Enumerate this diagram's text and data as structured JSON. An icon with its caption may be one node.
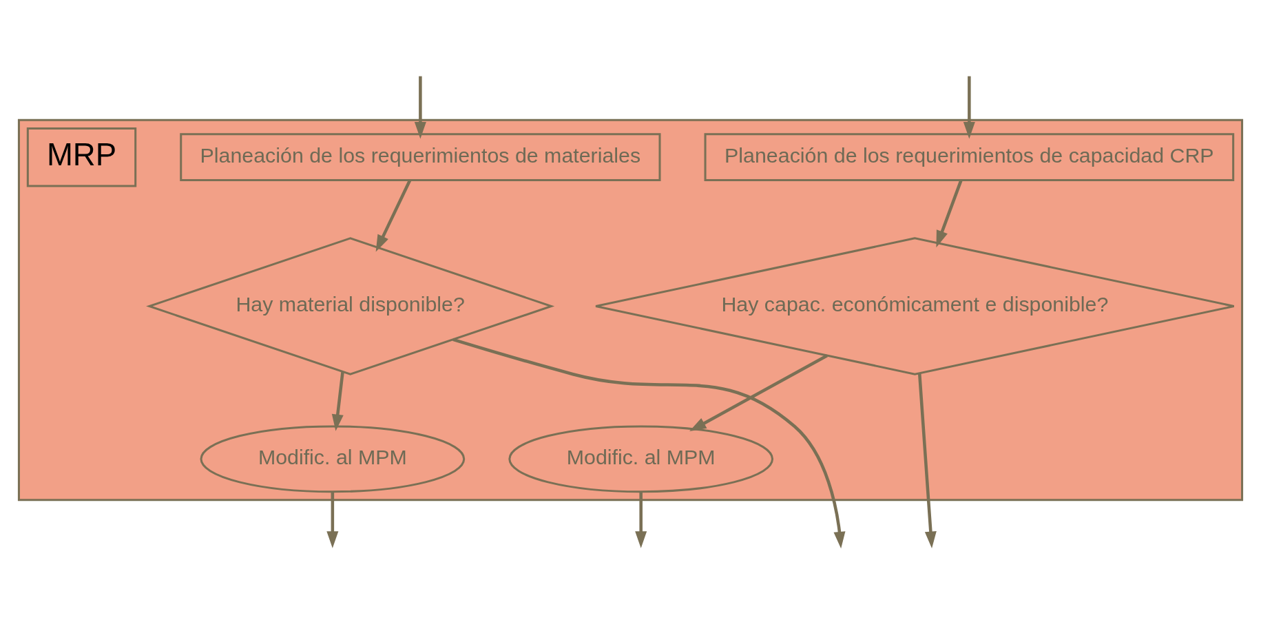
{
  "diagram": {
    "nodes": [
      {
        "text": [],
        "shape": "box"
      },
      {
        "text": [
          "Modific. al MPM"
        ],
        "in": 0
      },
      {
        "text": [
          "Planeación de los requerimientos de materiales"
        ],
        "in": 0
      },
      {
        "text": [
          "Planeación de los requerimientos de capacidad CRP"
        ],
        "in": 0
      },
      {
        "text": [
          "Modific. al MPM"
        ],
        "in": 0
      },
      {
        "text": [
          "Hay material disponible?"
        ],
        "in": 0
      },
      {
        "text": [
          "Hay capac. económicament e disponible?"
        ],
        "in": 0
      },
      {
        "text": [
          "MRP"
        ],
        "in": 0
      }
    ],
    "edges": [
      {
        "from": null,
        "to": 2,
        "arrow": "to"
      },
      {
        "from": null,
        "to": 3,
        "arrow": "to"
      },
      {
        "from": 2,
        "to": 5,
        "arrow": "to"
      },
      {
        "from": 3,
        "to": 6,
        "arrow": "to"
      },
      {
        "from": 5,
        "to": 1,
        "arrow": "to"
      },
      {
        "from": 6,
        "to": 4,
        "arrow": "to"
      },
      {
        "from": 1,
        "to": null,
        "arrow": "to"
      },
      {
        "from": 4,
        "to": null,
        "arrow": "to"
      },
      {
        "from": 5,
        "to": null,
        "arrow": "to"
      },
      {
        "from": 6,
        "to": null,
        "arrow": "to"
      }
    ]
  }
}
